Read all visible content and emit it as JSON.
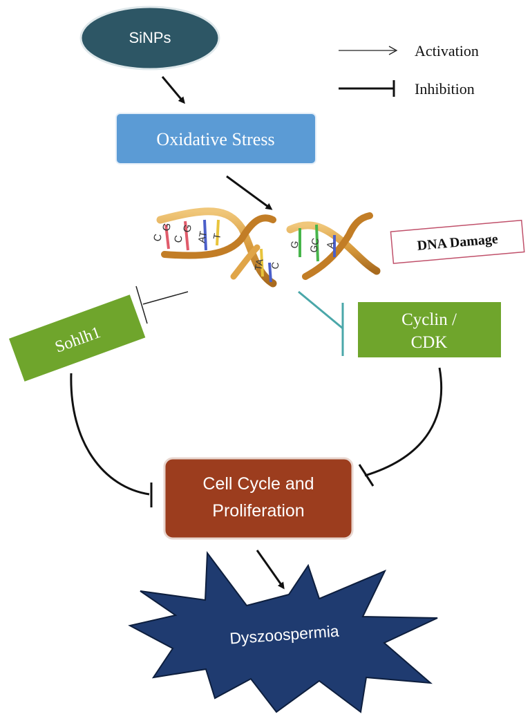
{
  "nodes": {
    "sinps": "SiNPs",
    "oxidative_stress": "Oxidative Stress",
    "dna_damage": "DNA Damage",
    "sohlh1": "Sohlh1",
    "cyclin_line1": "Cyclin /",
    "cyclin_line2": "CDK",
    "cell_cycle_line1": "Cell Cycle and",
    "cell_cycle_line2": "Proliferation",
    "dyszoospermia": "Dyszoospermia"
  },
  "legend": {
    "activation": "Activation",
    "inhibition": "Inhibition"
  },
  "dna_letters": {
    "l1": "C",
    "l2": "G",
    "l3": "C",
    "l4": "G",
    "l5": "AT",
    "l6": "T",
    "l7": "TA",
    "l8": "C",
    "l9": "G",
    "l10": "GC",
    "l11": "A"
  },
  "colors": {
    "sinps_fill": "#2d5665",
    "oxidative_fill": "#5b9bd5",
    "green_fill": "#6fa52c",
    "cell_cycle_fill": "#9c3d1e",
    "star_fill": "#1f3b70",
    "dna_damage_border": "#c0506a",
    "teal_inhibit": "#4aa7a9",
    "dna_gold": "#c9862e"
  }
}
